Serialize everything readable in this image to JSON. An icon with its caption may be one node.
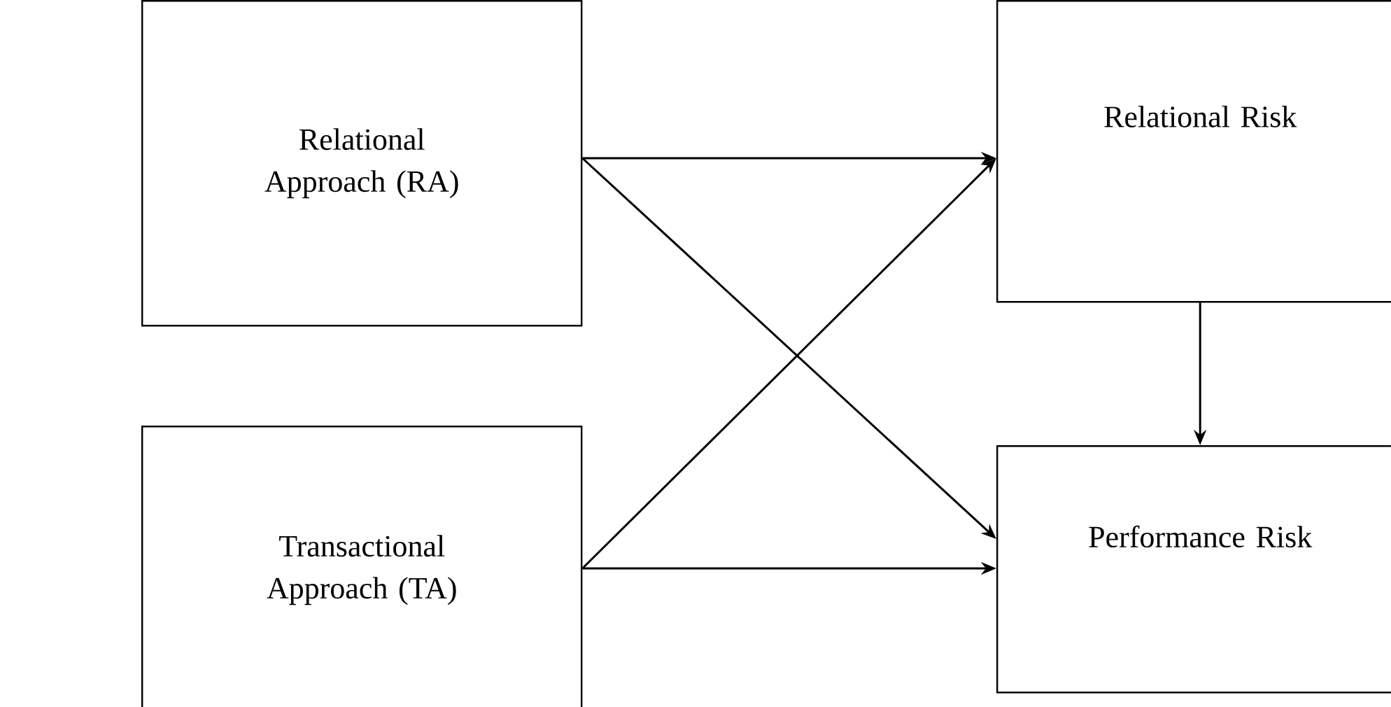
{
  "diagram": {
    "nodes": [
      {
        "text": [
          "Relational Approach (RA)"
        ]
      },
      {
        "text": [
          "Transactional Approach (TA)"
        ]
      },
      {
        "text": [
          "Relational Risk"
        ]
      },
      {
        "text": [
          "Performance Risk"
        ]
      }
    ],
    "edges": [
      {
        "from": 0,
        "to": 2,
        "arrow": "to"
      },
      {
        "from": 0,
        "to": 3,
        "arrow": "to"
      },
      {
        "from": 1,
        "to": 2,
        "arrow": "to"
      },
      {
        "from": 1,
        "to": 3,
        "arrow": "to"
      },
      {
        "from": 2,
        "to": 3,
        "arrow": "to"
      }
    ]
  }
}
